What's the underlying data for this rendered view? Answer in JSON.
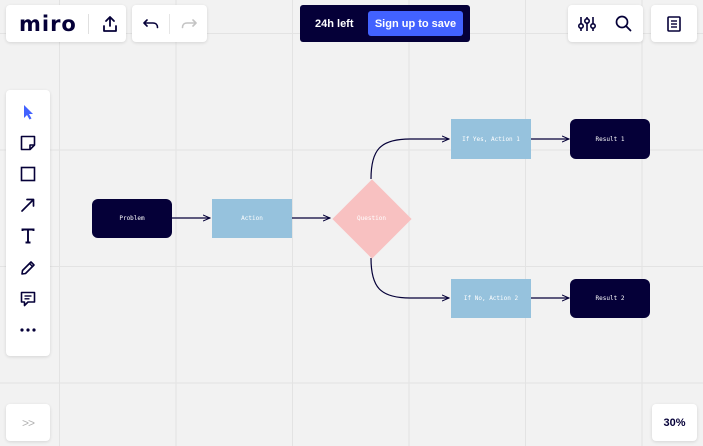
{
  "app": {
    "logo": "miro"
  },
  "header": {
    "time_left": "24h left",
    "signup_label": "Sign up to save"
  },
  "icons": {
    "upload": "upload-icon",
    "undo": "undo-icon",
    "redo": "redo-icon",
    "settings": "sliders-icon",
    "search": "search-icon",
    "notes": "document-icon"
  },
  "toolbar": {
    "tools": [
      "select",
      "sticky-note",
      "shape",
      "connection-line",
      "text",
      "pen",
      "comment",
      "more"
    ]
  },
  "board": {
    "nodes": {
      "problem": "Problem",
      "action": "Action",
      "question": "Question",
      "if_yes": "If Yes, Action 1",
      "if_no": "If No, Action 2",
      "result1": "Result 1",
      "result2": "Result 2"
    }
  },
  "footer": {
    "collapse_label": ">>",
    "zoom": "30%"
  },
  "colors": {
    "dark_node": "#050038",
    "blue_node": "#96c2dd",
    "diamond": "#f8c1c1",
    "accent": "#4262ff",
    "selected_tool": "#4262ff"
  }
}
